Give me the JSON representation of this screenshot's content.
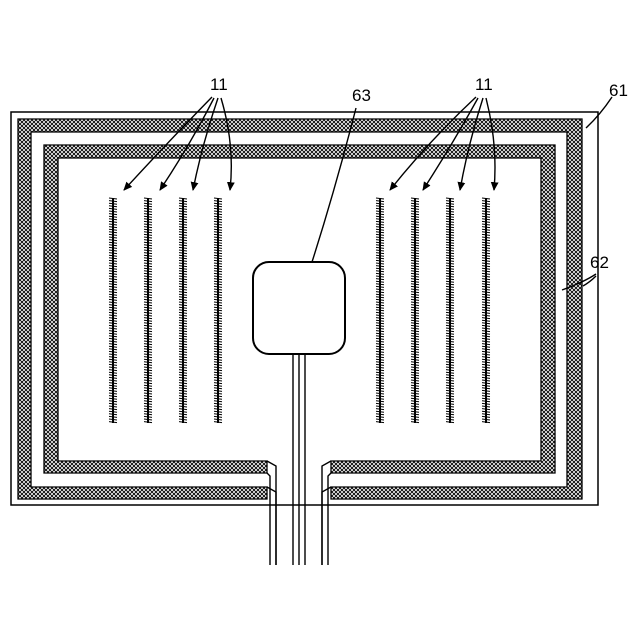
{
  "labels": {
    "electrodes_left": "11",
    "electrodes_right": "11",
    "controller": "63",
    "substrate": "61",
    "antenna_coil": "62"
  },
  "colors": {
    "line": "#000000",
    "background": "#ffffff"
  },
  "electrode_count_per_group": 4,
  "coil_turns": 2
}
